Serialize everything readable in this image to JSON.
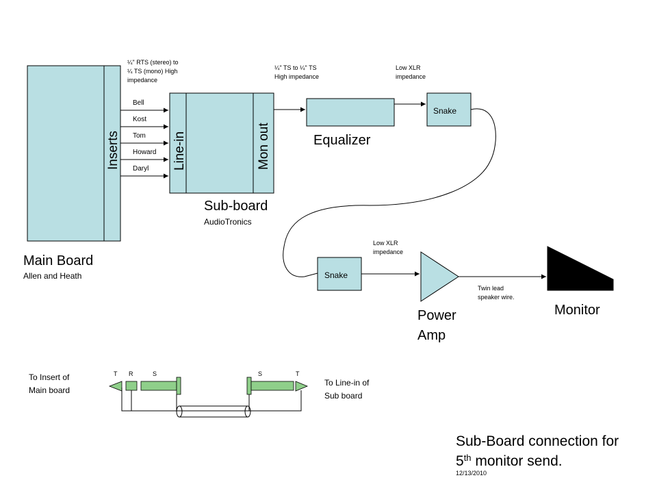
{
  "main_board": {
    "title": "Main Board",
    "subtitle": "Allen and Heath",
    "inserts_label": "Inserts"
  },
  "cable_notes": {
    "inserts_to_linein": [
      "¼\" RTS (stereo) to",
      "¼ TS (mono) High",
      "impedance"
    ],
    "monout_to_eq": [
      "¼\" TS to ¼\" TS",
      "High impedance"
    ],
    "eq_to_snake": [
      "Low XLR",
      "impedance"
    ],
    "snake_to_amp": [
      "Low XLR",
      "impedance"
    ],
    "amp_to_monitor": [
      "Twin lead",
      "speaker wire."
    ]
  },
  "channels": [
    "Bell",
    "Kost",
    "Tom",
    "Howard",
    "Daryl"
  ],
  "sub_board": {
    "title": "Sub-board",
    "subtitle": "AudioTronics",
    "line_in_label": "Line-in",
    "mon_out_label": "Mon out"
  },
  "equalizer": {
    "label": "Equalizer"
  },
  "snake_top": {
    "label": "Snake"
  },
  "snake_bottom": {
    "label": "Snake"
  },
  "power_amp": {
    "label_line1": "Power",
    "label_line2": "Amp"
  },
  "monitor": {
    "label": "Monitor"
  },
  "cable_detail": {
    "left_pins": [
      "T",
      "R",
      "S"
    ],
    "right_pins": [
      "S",
      "T"
    ],
    "left_label": [
      "To Insert of",
      "Main board"
    ],
    "right_label": [
      "To Line-in of",
      "Sub board"
    ]
  },
  "footer": {
    "title_line1": "Sub-Board connection for",
    "title_line2_prefix": "5",
    "title_line2_sup": "th",
    "title_line2_suffix": " monitor send.",
    "date": "12/13/2010"
  },
  "colors": {
    "box_fill": "#b9dfe3",
    "connector_fill": "#8fcf8a",
    "line": "#000000"
  }
}
